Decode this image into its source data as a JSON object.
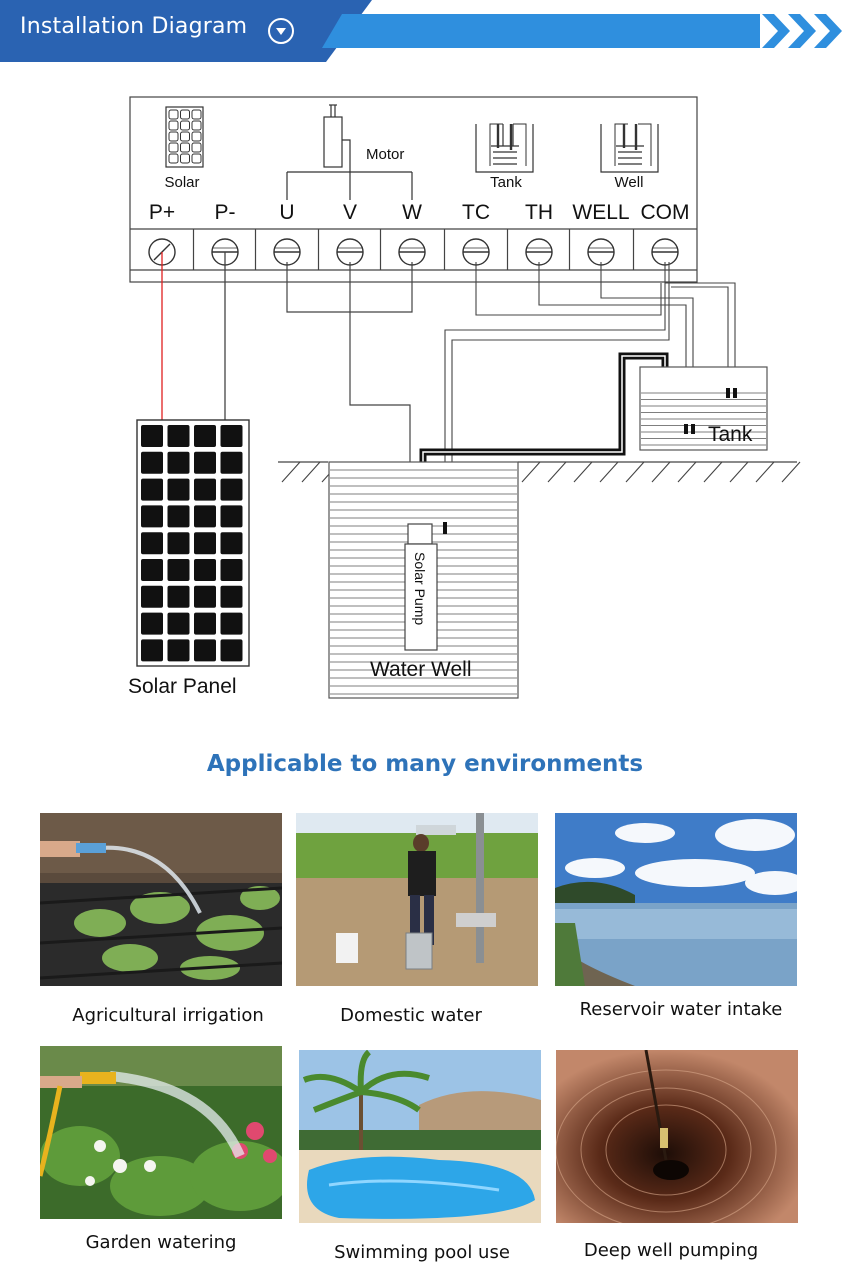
{
  "header": {
    "title": "Installation Diagram",
    "accent_color": "#2f8fde",
    "dark_color": "#2a63b2",
    "toggle_icon": "chevron-down-circle-icon",
    "arrows_icon": "triple-chevron-right-icon"
  },
  "diagram": {
    "terminals": [
      "P+",
      "P-",
      "U",
      "V",
      "W",
      "TC",
      "TH",
      "WELL",
      "COM"
    ],
    "solar_label": "Solar",
    "motor_label": "Motor",
    "tank_sensor_label": "Tank",
    "well_sensor_label": "Well",
    "solar_panel_label": "Solar Panel",
    "water_well_label": "Water Well",
    "pump_label": "Solar Pump",
    "tank_label": "Tank",
    "positive_wire_color": "#e02020"
  },
  "applications": {
    "title": "Applicable to many environments",
    "items": [
      {
        "label": "Agricultural irrigation",
        "icon": "irrigation-photo"
      },
      {
        "label": "Domestic water",
        "icon": "domestic-water-photo"
      },
      {
        "label": "Reservoir water intake",
        "icon": "reservoir-photo"
      },
      {
        "label": "Garden watering",
        "icon": "garden-photo"
      },
      {
        "label": "Swimming pool use",
        "icon": "pool-photo"
      },
      {
        "label": "Deep well pumping",
        "icon": "deep-well-photo"
      }
    ]
  }
}
